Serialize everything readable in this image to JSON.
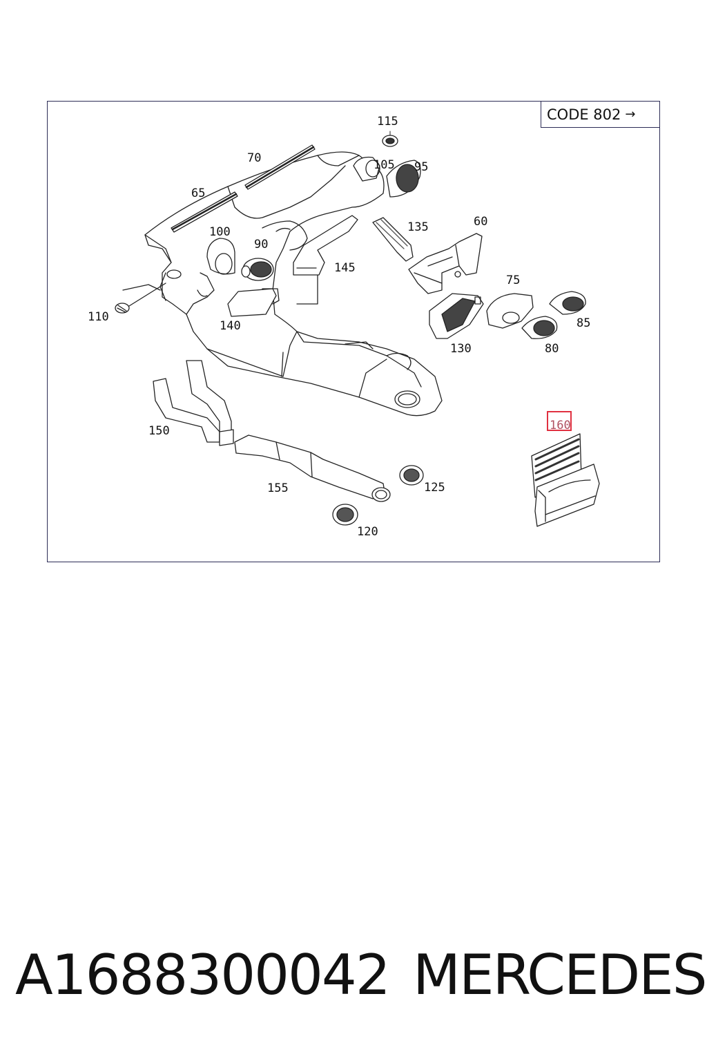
{
  "diagram": {
    "code_label": "CODE 802",
    "code_arrow": "→",
    "callouts": {
      "c115": "115",
      "c70": "70",
      "c105": "105",
      "c95": "95",
      "c65": "65",
      "c100": "100",
      "c90": "90",
      "c135": "135",
      "c60": "60",
      "c145": "145",
      "c75": "75",
      "c110": "110",
      "c140": "140",
      "c85": "85",
      "c130": "130",
      "c80": "80",
      "c160": "160",
      "c150": "150",
      "c125": "125",
      "c155": "155",
      "c120": "120"
    },
    "highlighted_callout": "160",
    "highlight_color": "#e03040"
  },
  "footer": {
    "part_number": "A1688300042",
    "brand": "MERCEDES"
  }
}
